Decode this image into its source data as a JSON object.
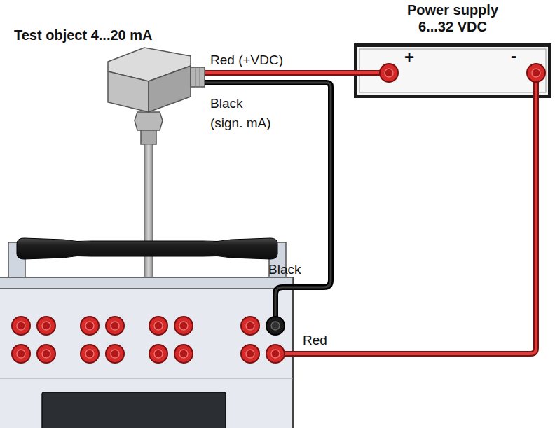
{
  "diagram": {
    "nodes": [
      {
        "text": [
          "Test object 4...20 mA"
        ]
      },
      {
        "text": [
          "Power supply 6...32 VDC",
          "+",
          "-"
        ]
      }
    ],
    "edges": [
      {
        "from": 0,
        "to": 1,
        "arrow": "none",
        "label": "Red (+VDC)"
      }
    ],
    "labels": [
      "Black (sign. mA)",
      "Black",
      "Red"
    ]
  }
}
